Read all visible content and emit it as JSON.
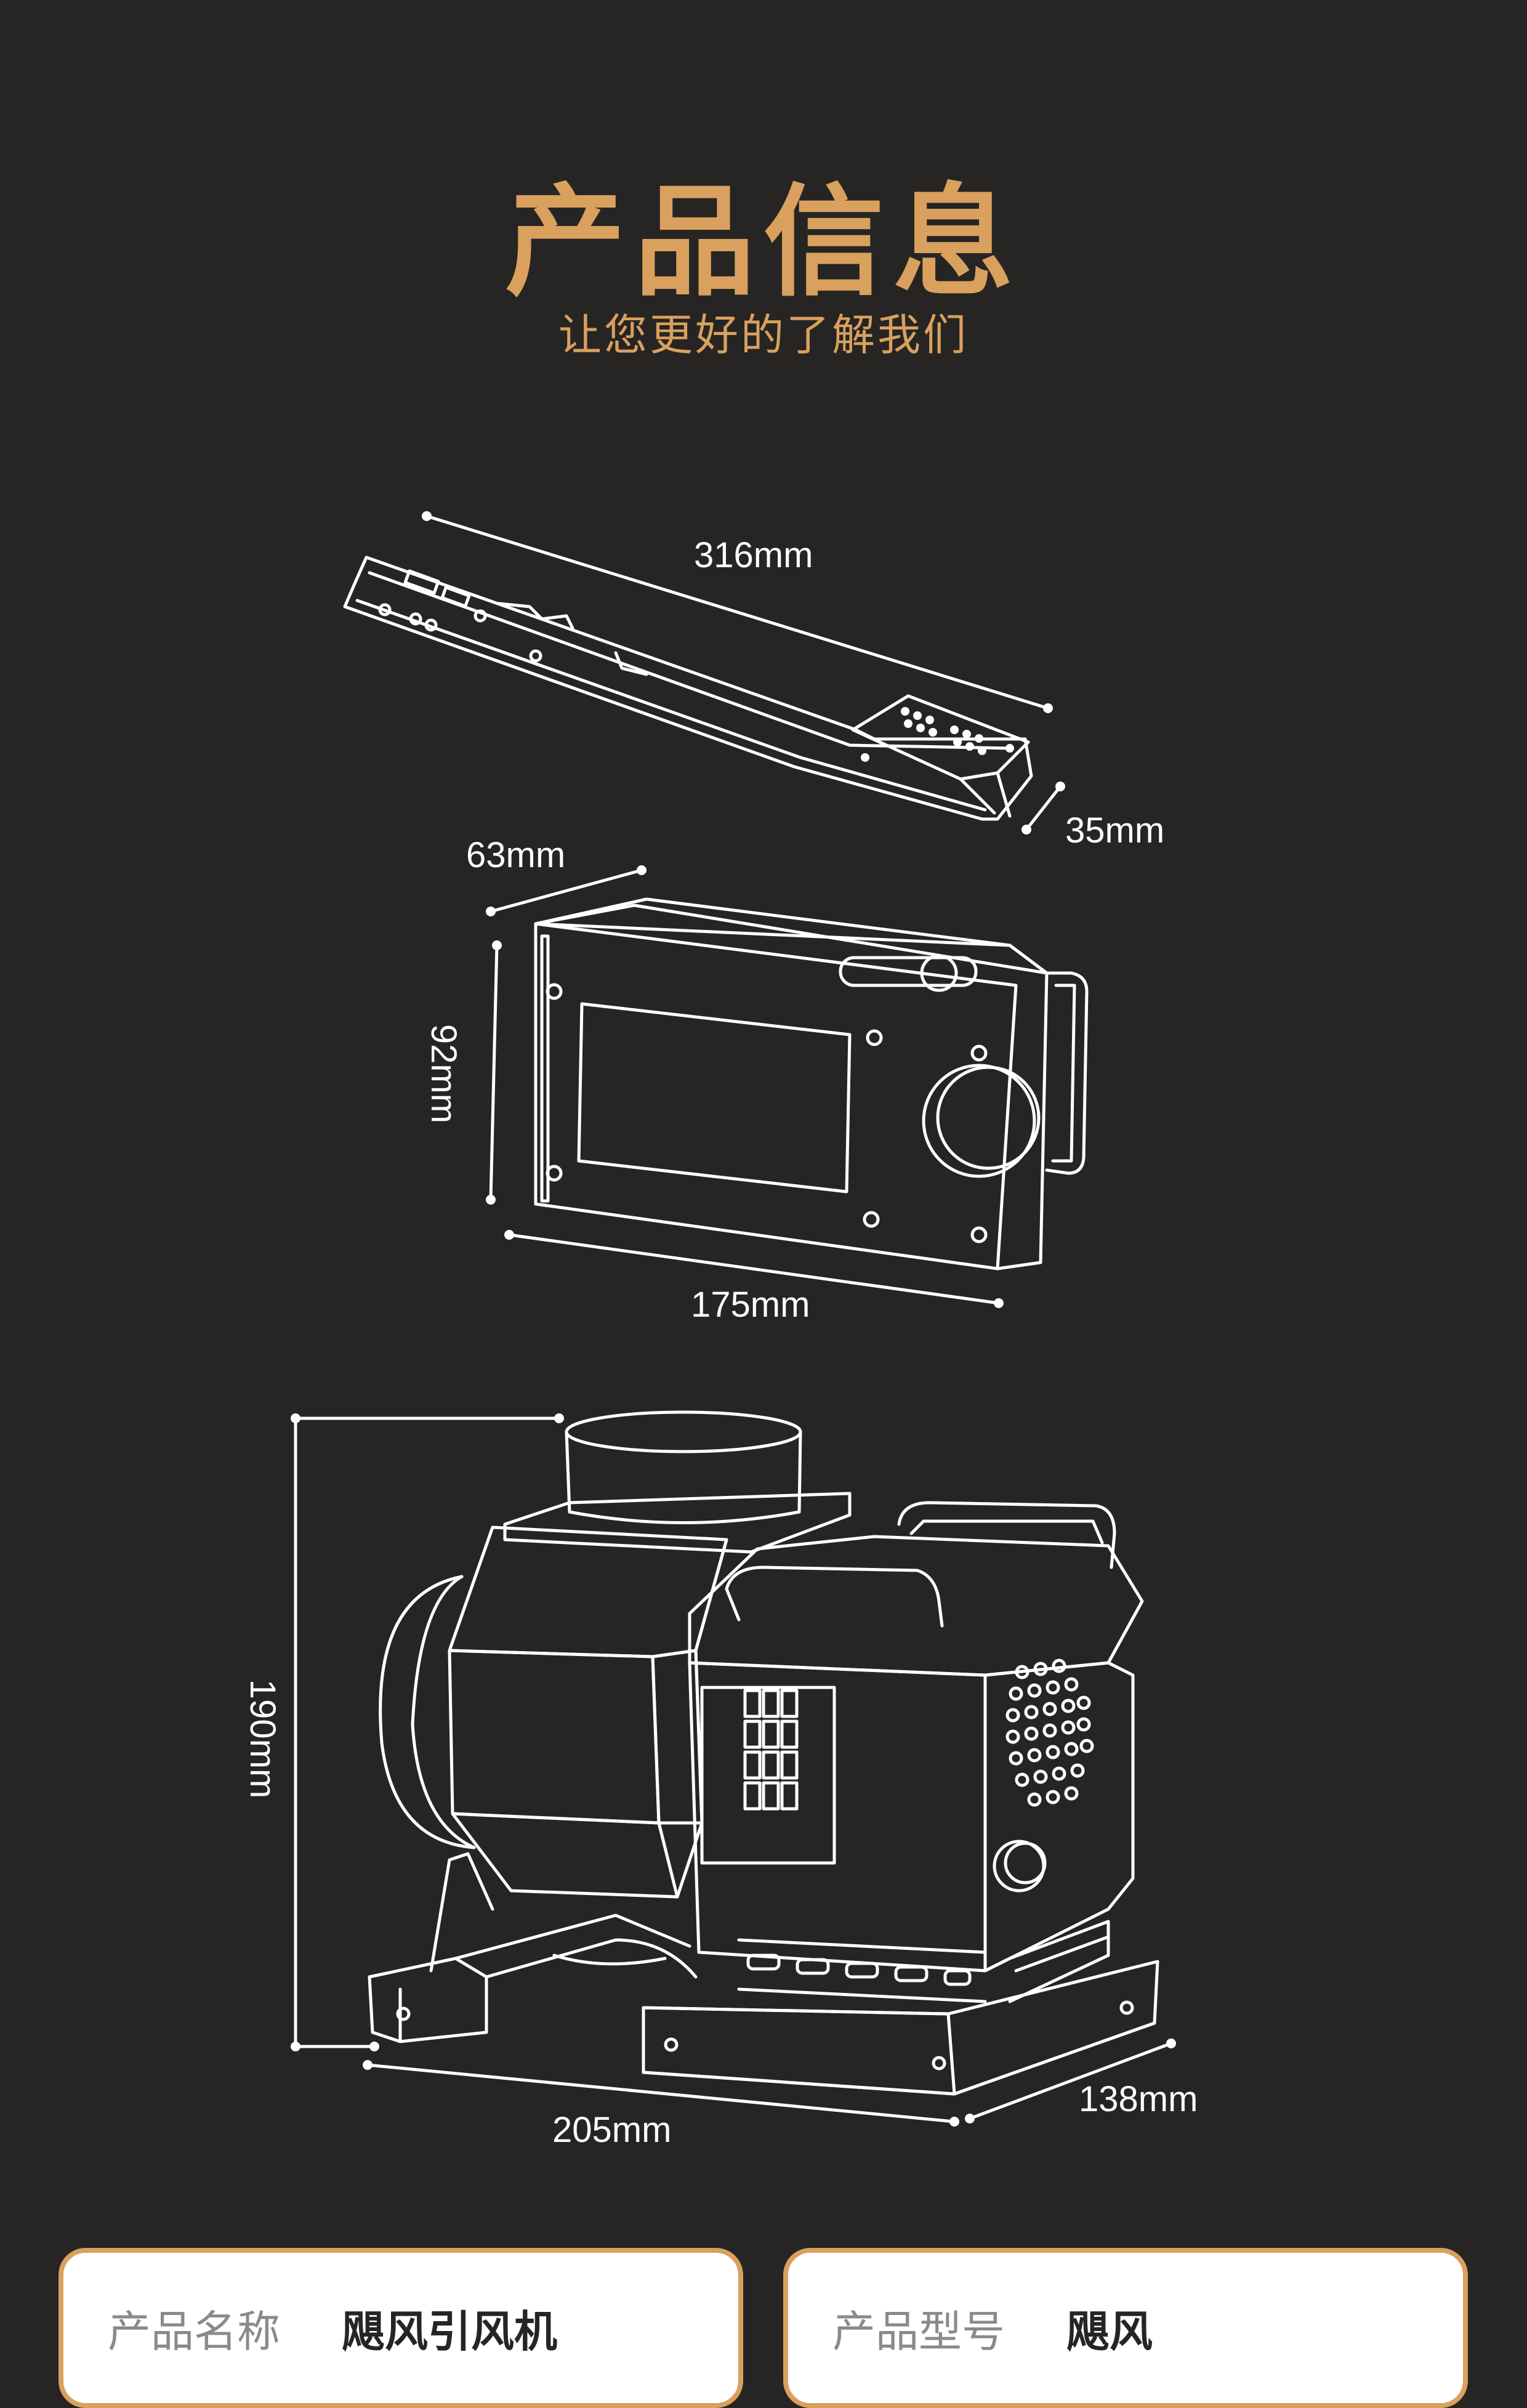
{
  "header": {
    "title": "产品信息",
    "subtitle": "让您更好的了解我们"
  },
  "dimensions": {
    "rail_length": "316mm",
    "rail_height": "35mm",
    "controller_depth": "63mm",
    "controller_height": "92mm",
    "controller_width": "175mm",
    "blower_height": "190mm",
    "blower_width": "205mm",
    "blower_depth": "138mm"
  },
  "specs": [
    {
      "label": "产品名称",
      "value": "飓风引风机"
    },
    {
      "label": "产品型号",
      "value": "飓风"
    }
  ]
}
